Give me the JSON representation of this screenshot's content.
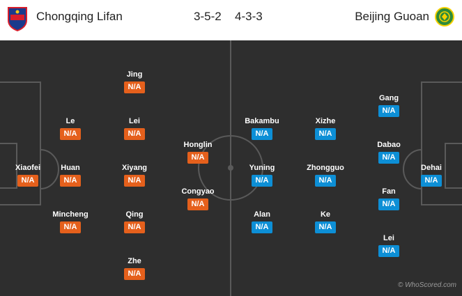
{
  "home": {
    "name": "Chongqing Lifan",
    "formation": "3-5-2",
    "crest_icon": "chongqing-lifan-crest-icon",
    "color": "#e5601c",
    "players": [
      {
        "name": "Xiaofei",
        "rating": "N/A"
      },
      {
        "name": "Le",
        "rating": "N/A"
      },
      {
        "name": "Huan",
        "rating": "N/A"
      },
      {
        "name": "Mincheng",
        "rating": "N/A"
      },
      {
        "name": "Jing",
        "rating": "N/A"
      },
      {
        "name": "Lei",
        "rating": "N/A"
      },
      {
        "name": "Xiyang",
        "rating": "N/A"
      },
      {
        "name": "Qing",
        "rating": "N/A"
      },
      {
        "name": "Zhe",
        "rating": "N/A"
      },
      {
        "name": "Honglin",
        "rating": "N/A"
      },
      {
        "name": "Congyao",
        "rating": "N/A"
      }
    ]
  },
  "away": {
    "name": "Beijing Guoan",
    "formation": "4-3-3",
    "crest_icon": "beijing-guoan-crest-icon",
    "color": "#0d8fd6",
    "players": [
      {
        "name": "Bakambu",
        "rating": "N/A"
      },
      {
        "name": "Yuning",
        "rating": "N/A"
      },
      {
        "name": "Alan",
        "rating": "N/A"
      },
      {
        "name": "Xizhe",
        "rating": "N/A"
      },
      {
        "name": "Zhongguo",
        "rating": "N/A"
      },
      {
        "name": "Ke",
        "rating": "N/A"
      },
      {
        "name": "Gang",
        "rating": "N/A"
      },
      {
        "name": "Dabao",
        "rating": "N/A"
      },
      {
        "name": "Fan",
        "rating": "N/A"
      },
      {
        "name": "Lei",
        "rating": "N/A"
      },
      {
        "name": "Dehai",
        "rating": "N/A"
      }
    ]
  },
  "watermark": "© WhoScored.com"
}
